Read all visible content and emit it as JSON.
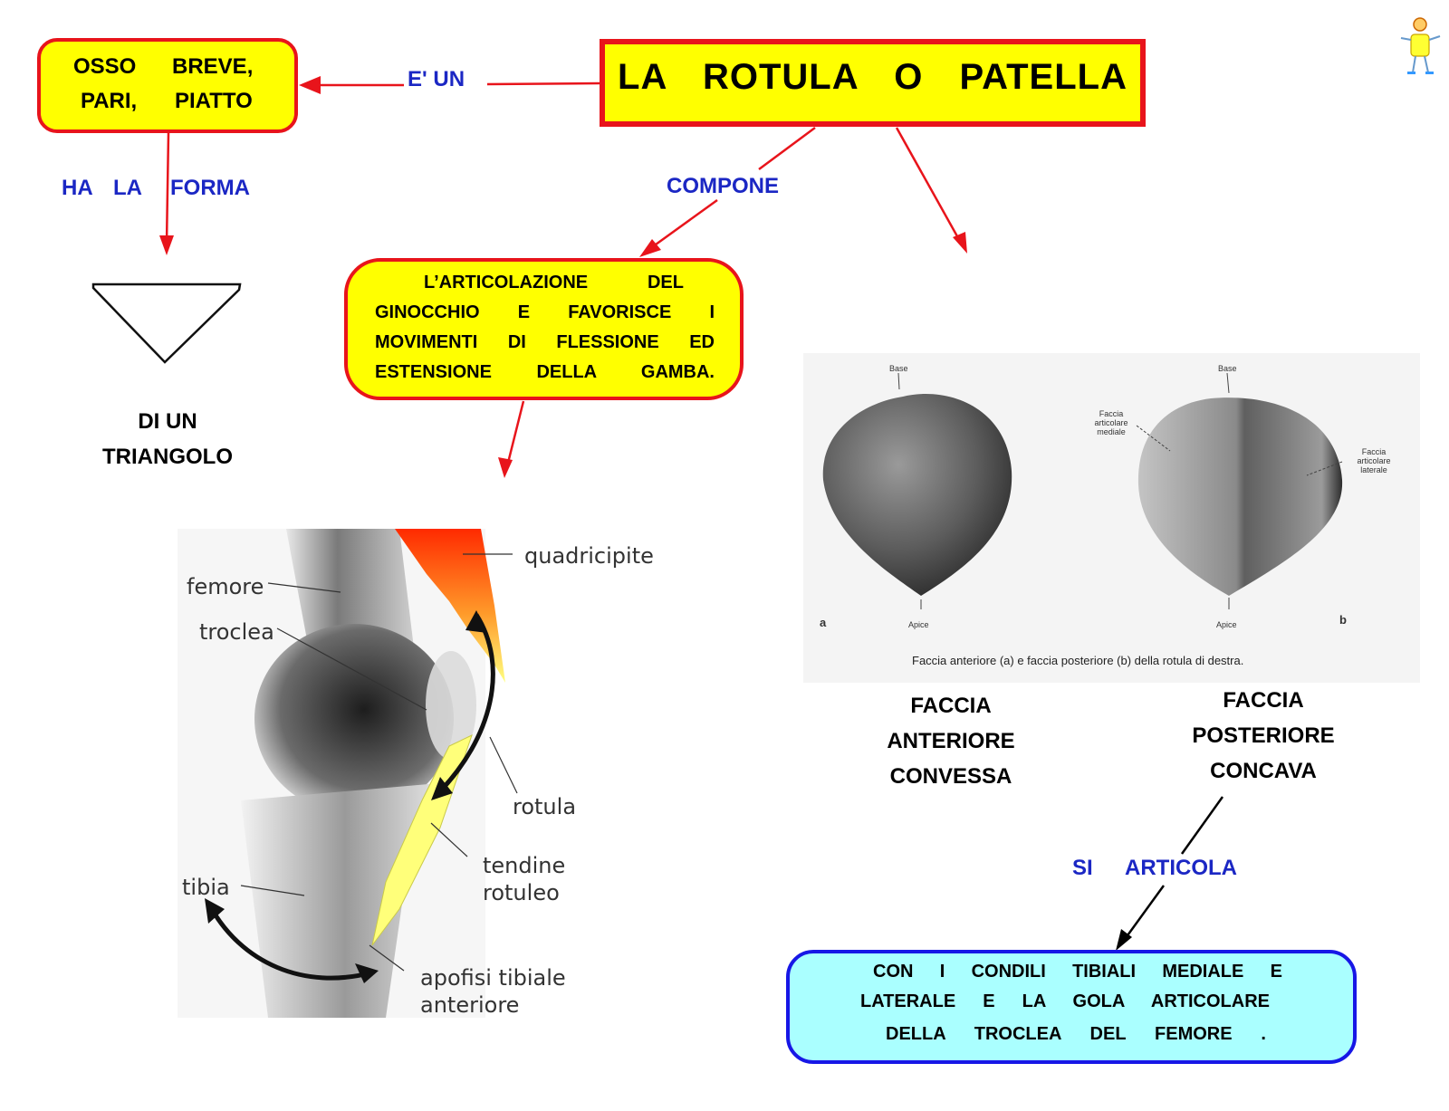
{
  "title": {
    "text": "LA ROTULA O PATELLA"
  },
  "osso_node": {
    "line1_a": "OSSO",
    "line1_b": "BREVE,",
    "line2_a": "PARI,",
    "line2_b": "PIATTO"
  },
  "links": {
    "e_un": "E' UN",
    "ha_la_forma_1": "HA",
    "ha_la_forma_2": "LA",
    "ha_la_forma_3": "FORMA",
    "compone": "COMPONE",
    "si": "SI",
    "articola": "ARTICOLA"
  },
  "triangle_node": {
    "line1": "DI UN",
    "line2": "TRIANGOLO"
  },
  "articolazione_node": {
    "lines": [
      "L’ARTICOLAZIONE DEL",
      "GINOCCHIO E FAVORISCE I",
      "MOVIMENTI DI FLESSIONE ED",
      "ESTENSIONE DELLA GAMBA."
    ]
  },
  "xray_labels": {
    "femore": "femore",
    "troclea": "troclea",
    "quadricipite": "quadricipite",
    "rotula": "rotula",
    "tendine_1": "tendine",
    "tendine_2": "rotuleo",
    "tibia": "tibia",
    "apofisi_1": "apofisi tibiale",
    "apofisi_2": "anteriore"
  },
  "photo_labels": {
    "base_a": "Base",
    "base_b": "Base",
    "apice_a": "Apice",
    "apice_b": "Apice",
    "letter_a": "a",
    "letter_b": "b",
    "faccia_mediale": "Faccia articolare mediale",
    "faccia_laterale": "Faccia articolare laterale",
    "caption": "Faccia anteriore (a) e faccia posteriore (b) della rotula di destra."
  },
  "faccia_anteriore": {
    "line1": "FACCIA",
    "line2": "ANTERIORE",
    "line3": "CONVESSA"
  },
  "faccia_posteriore": {
    "line1": "FACCIA",
    "line2": "POSTERIORE",
    "line3": "CONCAVA"
  },
  "con_node": {
    "lines": [
      "CON I CONDILI TIBIALI MEDIALE E",
      "LATERALE E LA GOLA ARTICOLARE",
      "DELLA TROCLEA DEL FEMORE ."
    ]
  },
  "colors": {
    "node_fill": "#ffff00",
    "node_border": "#e8141b",
    "link_text": "#1b27c4",
    "con_fill": "#aaffff",
    "con_border": "#1717e6"
  }
}
